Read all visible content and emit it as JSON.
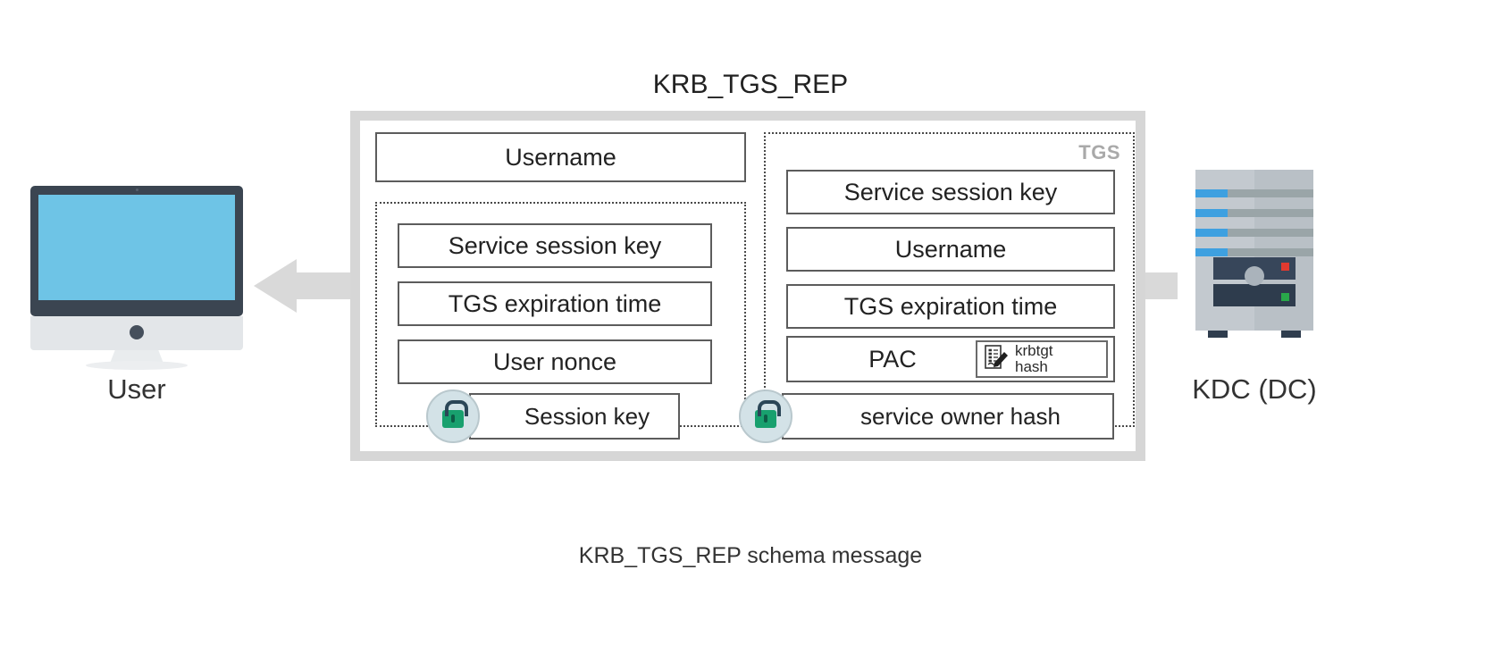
{
  "diagram": {
    "title": "KRB_TGS_REP",
    "caption": "KRB_TGS_REP schema message",
    "left_actor": {
      "label": "User",
      "icon": "desktop-monitor-icon"
    },
    "right_actor": {
      "label": "KDC (DC)",
      "icon": "server-tower-icon"
    },
    "arrow_direction": "right-to-left"
  },
  "message": {
    "top_field": "Username",
    "encrypted_part": {
      "rows": [
        "Service session key",
        "TGS expiration time",
        "User nonce"
      ],
      "encryption": {
        "icon": "padlock-icon",
        "label": "Session key"
      }
    },
    "tgs_part": {
      "tag": "TGS",
      "rows": [
        "Service session key",
        "Username",
        "TGS expiration time"
      ],
      "pac": {
        "label": "PAC",
        "badge": {
          "icon": "signed-document-icon",
          "line1": "krbtgt",
          "line2": "hash"
        }
      },
      "encryption": {
        "icon": "padlock-icon",
        "label": "service owner hash"
      }
    }
  },
  "colors": {
    "arrow": "#d9d9d9",
    "outer_border": "#d6d6d6",
    "screen": "#6ec4e6",
    "bezel": "#3b4551",
    "lock_green": "#18a06e",
    "lock_circle": "#d3e2e7",
    "server_blue": "#3ea0e0",
    "led_red": "#e03a2f",
    "led_green": "#29a84a",
    "tgs_tag": "#a9a9a9"
  }
}
